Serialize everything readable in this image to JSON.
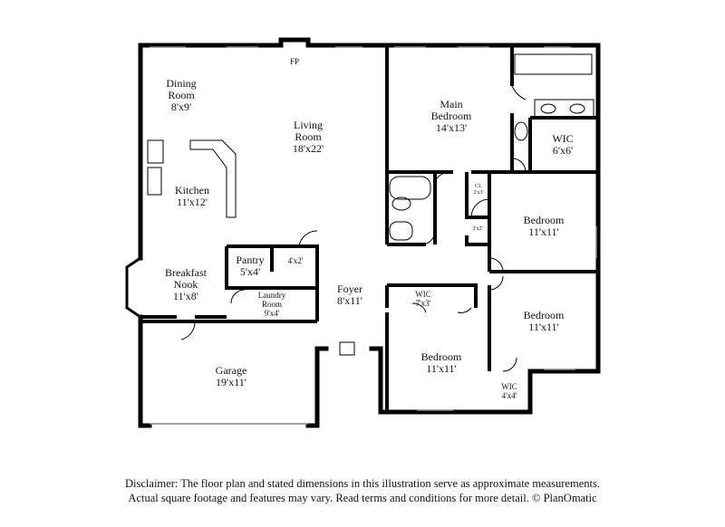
{
  "rooms": {
    "dining": {
      "name": "Dining\nRoom",
      "dim": "8'x9'"
    },
    "living": {
      "name": "Living\nRoom",
      "dim": "18'x22'"
    },
    "fp": {
      "name": "FP"
    },
    "main_bedroom": {
      "name": "Main\nBedroom",
      "dim": "14'x13'"
    },
    "wic_main": {
      "name": "WIC",
      "dim": "6'x6'"
    },
    "kitchen": {
      "name": "Kitchen",
      "dim": "11'x12'"
    },
    "cl": {
      "name": "CL",
      "dim": "2'x3'"
    },
    "closet_small": {
      "dim": "2'x2'"
    },
    "bedroom_1": {
      "name": "Bedroom",
      "dim": "11'x11'"
    },
    "pantry": {
      "name": "Pantry",
      "dim": "5'x4'"
    },
    "closet_4x2": {
      "dim": "4'x2'"
    },
    "breakfast": {
      "name": "Breakfast\nNook",
      "dim": "11'x8'"
    },
    "laundry": {
      "name": "Laundry\nRoom",
      "dim": "9'x4'"
    },
    "foyer": {
      "name": "Foyer",
      "dim": "8'x11'"
    },
    "wic_7x3": {
      "name": "WIC",
      "dim": "7'x3'"
    },
    "bedroom_2": {
      "name": "Bedroom",
      "dim": "11'x11'"
    },
    "bedroom_3": {
      "name": "Bedroom",
      "dim": "11'x11'"
    },
    "garage": {
      "name": "Garage",
      "dim": "19'x11'"
    },
    "wic_4x4": {
      "name": "WIC",
      "dim": "4'x4'"
    }
  },
  "disclaimer": {
    "line1": "Disclaimer: The floor plan and stated dimensions in this illustration serve as approximate measurements.",
    "line2": "Actual square footage and features may vary. Read terms and conditions for more detail. © PlanOmatic"
  }
}
